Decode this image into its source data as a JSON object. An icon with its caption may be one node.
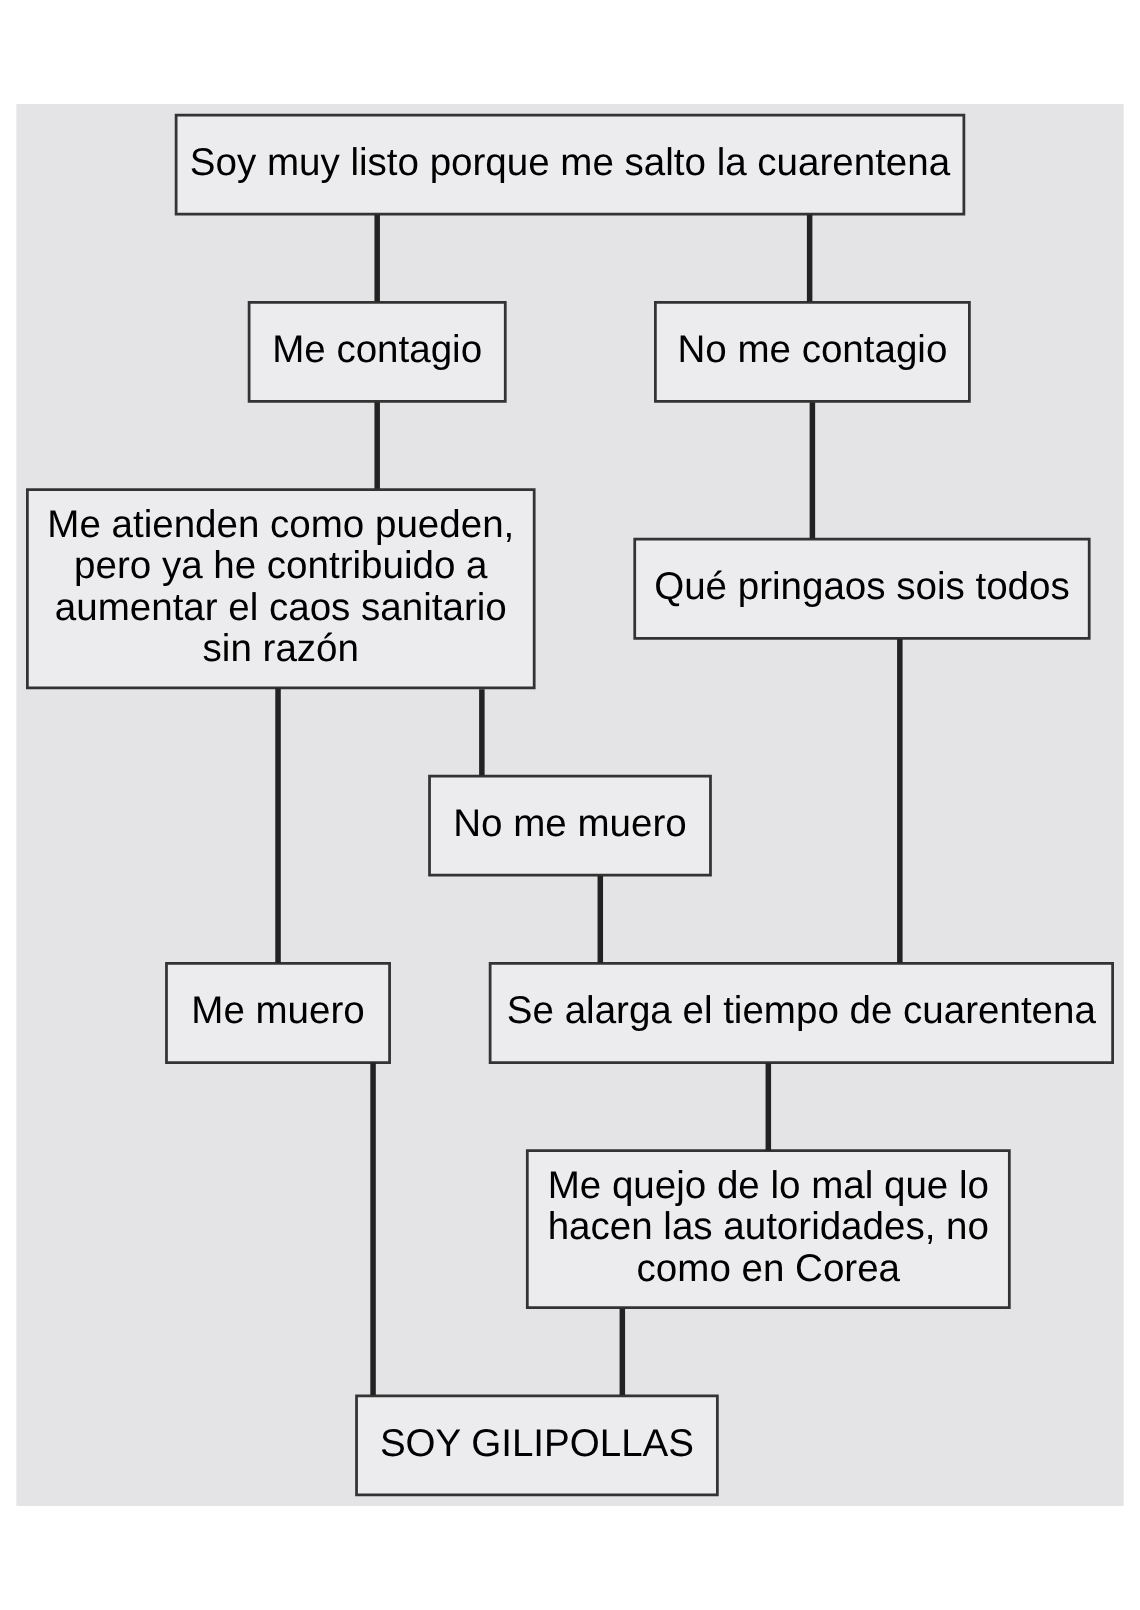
{
  "diagram": {
    "nodes": [
      {
        "text": [
          "Soy muy listo porque me salto la cuarentena"
        ]
      },
      {
        "text": [
          "Me contagio"
        ]
      },
      {
        "text": [
          "No me contagio"
        ]
      },
      {
        "text": [
          "Me atienden como pueden, pero ya he contribuido a aumentar el caos sanitario sin razón"
        ]
      },
      {
        "text": [
          "Qué pringaos sois todos"
        ]
      },
      {
        "text": [
          "Me muero"
        ]
      },
      {
        "text": [
          "No me muero"
        ]
      },
      {
        "text": [
          "Se alarga el tiempo de cuarentena"
        ]
      },
      {
        "text": [
          "Me quejo de lo mal que lo hacen las autoridades, no como en Corea"
        ]
      },
      {
        "text": [
          "SOY GILIPOLLAS"
        ]
      }
    ],
    "edges": [
      {
        "from": 0,
        "to": 1,
        "arrow": "none"
      },
      {
        "from": 0,
        "to": 2,
        "arrow": "none"
      },
      {
        "from": 1,
        "to": 3,
        "arrow": "none"
      },
      {
        "from": 2,
        "to": 4,
        "arrow": "none"
      },
      {
        "from": 3,
        "to": 5,
        "arrow": "none"
      },
      {
        "from": 3,
        "to": 6,
        "arrow": "none"
      },
      {
        "from": 6,
        "to": 7,
        "arrow": "none"
      },
      {
        "from": 4,
        "to": 7,
        "arrow": "none"
      },
      {
        "from": 7,
        "to": 8,
        "arrow": "none"
      },
      {
        "from": 8,
        "to": 9,
        "arrow": "none"
      },
      {
        "from": 5,
        "to": 9,
        "arrow": "none"
      }
    ]
  }
}
